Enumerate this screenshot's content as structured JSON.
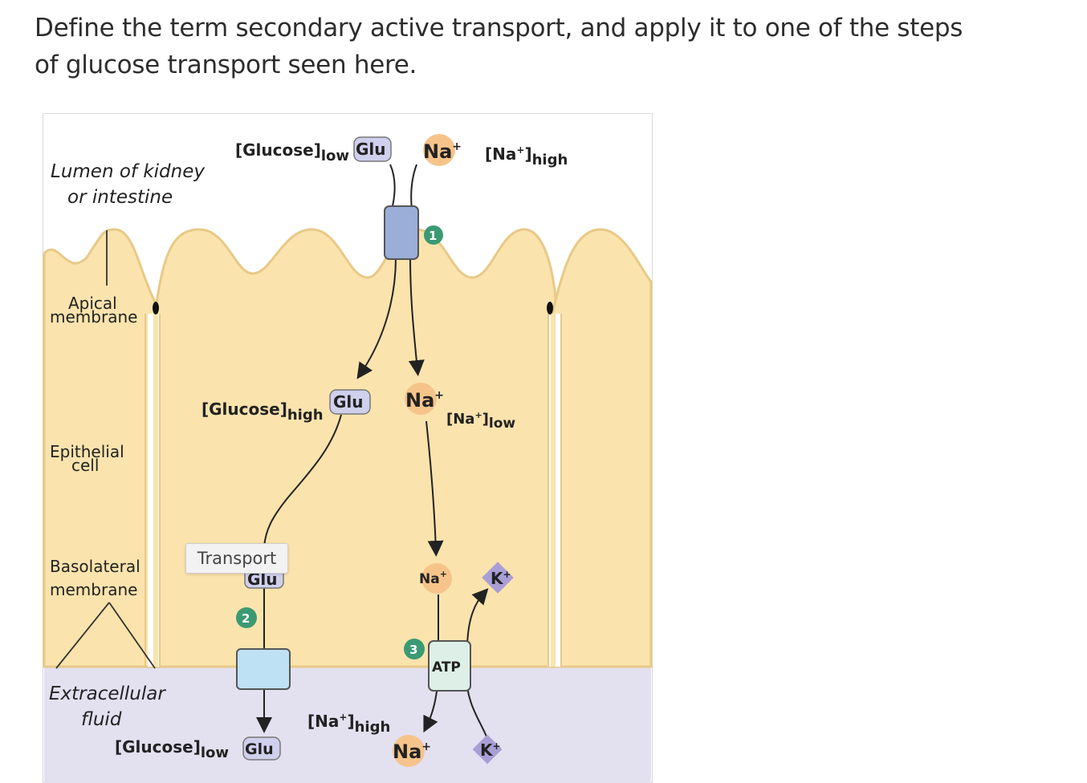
{
  "question": {
    "text": "Define the term secondary active transport, and apply it to one of the steps of glucose transport seen here."
  },
  "diagram": {
    "labels": {
      "lumen_line1": "Lumen of kidney",
      "lumen_line2": "or intestine",
      "apical_line1": "Apical",
      "apical_line2": "membrane",
      "epithelial_line1": "Epithelial",
      "epithelial_line2": "cell",
      "basolateral_line1": "Basolateral",
      "basolateral_line2": "membrane",
      "extracellular_line1": "Extracellular",
      "extracellular_line2": "fluid"
    },
    "concentrations": {
      "glucose_top_base": "[Glucose]",
      "glucose_top_sub": "low",
      "na_top_base": "[Na",
      "na_top_sup": "+",
      "na_top_close": "]",
      "na_top_sub": "high",
      "glucose_mid_base": "[Glucose]",
      "glucose_mid_sub": "high",
      "na_mid_base": "[Na",
      "na_mid_sup": "+",
      "na_mid_close": "]",
      "na_mid_sub": "low",
      "glucose_bottom_base": "[Glucose]",
      "glucose_bottom_sub": "low",
      "na_bottom_base": "[Na",
      "na_bottom_sup": "+",
      "na_bottom_close": "]",
      "na_bottom_sub": "high"
    },
    "molecules": {
      "glu": "Glu",
      "na": "Na",
      "na_charge": "+",
      "k": "K",
      "k_charge": "+",
      "atp": "ATP"
    },
    "steps": [
      "1",
      "2",
      "3"
    ],
    "tooltip": "Transport",
    "colors": {
      "cell_fill": "#fbe3ad",
      "cell_stroke": "#e8c987",
      "extracellular_fill": "#e3e0f0",
      "glu_fill": "#cfd0ec",
      "na_fill": "#f6c48b",
      "k_fill": "#a99fd6",
      "step_fill": "#3a9a73",
      "transporter_fill": "#9aaed8",
      "glut_fill": "#bfe1f4",
      "pump_fill": "#ddefe6"
    }
  }
}
